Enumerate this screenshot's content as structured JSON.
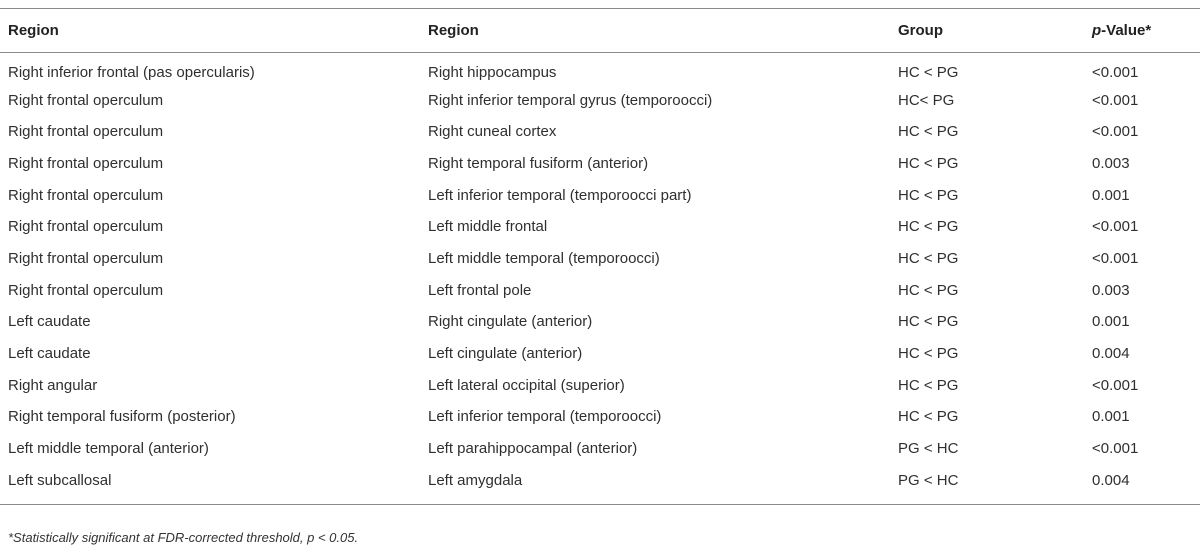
{
  "table": {
    "headers": [
      "Region",
      "Region",
      "Group",
      "p-Value*"
    ],
    "header_pvalue": {
      "italic_part": "p",
      "rest": "-Value*"
    },
    "rows": [
      [
        "Right inferior frontal (pas opercularis)",
        "Right hippocampus",
        "HC < PG",
        "<0.001"
      ],
      [
        "Right frontal operculum",
        "Right inferior temporal gyrus (temporoocci)",
        "HC< PG",
        "<0.001"
      ],
      [
        "Right frontal operculum",
        "Right cuneal cortex",
        "HC < PG",
        "<0.001"
      ],
      [
        "Right frontal operculum",
        "Right temporal fusiform (anterior)",
        "HC < PG",
        "0.003"
      ],
      [
        "Right frontal operculum",
        "Left inferior temporal (temporoocci part)",
        "HC < PG",
        "0.001"
      ],
      [
        "Right frontal operculum",
        "Left middle frontal",
        "HC < PG",
        "<0.001"
      ],
      [
        "Right frontal operculum",
        "Left middle temporal (temporoocci)",
        "HC < PG",
        "<0.001"
      ],
      [
        "Right frontal operculum",
        "Left frontal pole",
        "HC < PG",
        "0.003"
      ],
      [
        "Left caudate",
        "Right cingulate (anterior)",
        "HC < PG",
        "0.001"
      ],
      [
        "Left caudate",
        "Left cingulate (anterior)",
        "HC < PG",
        "0.004"
      ],
      [
        "Right angular",
        "Left lateral occipital (superior)",
        "HC < PG",
        "<0.001"
      ],
      [
        "Right temporal fusiform (posterior)",
        "Left inferior temporal (temporoocci)",
        "HC < PG",
        "0.001"
      ],
      [
        "Left middle temporal (anterior)",
        "Left parahippocampal (anterior)",
        "PG < HC",
        "<0.001"
      ],
      [
        "Left subcallosal",
        "Left amygdala",
        "PG < HC",
        "0.004"
      ]
    ]
  },
  "footnote": "*Statistically significant at FDR-corrected threshold, p < 0.05."
}
